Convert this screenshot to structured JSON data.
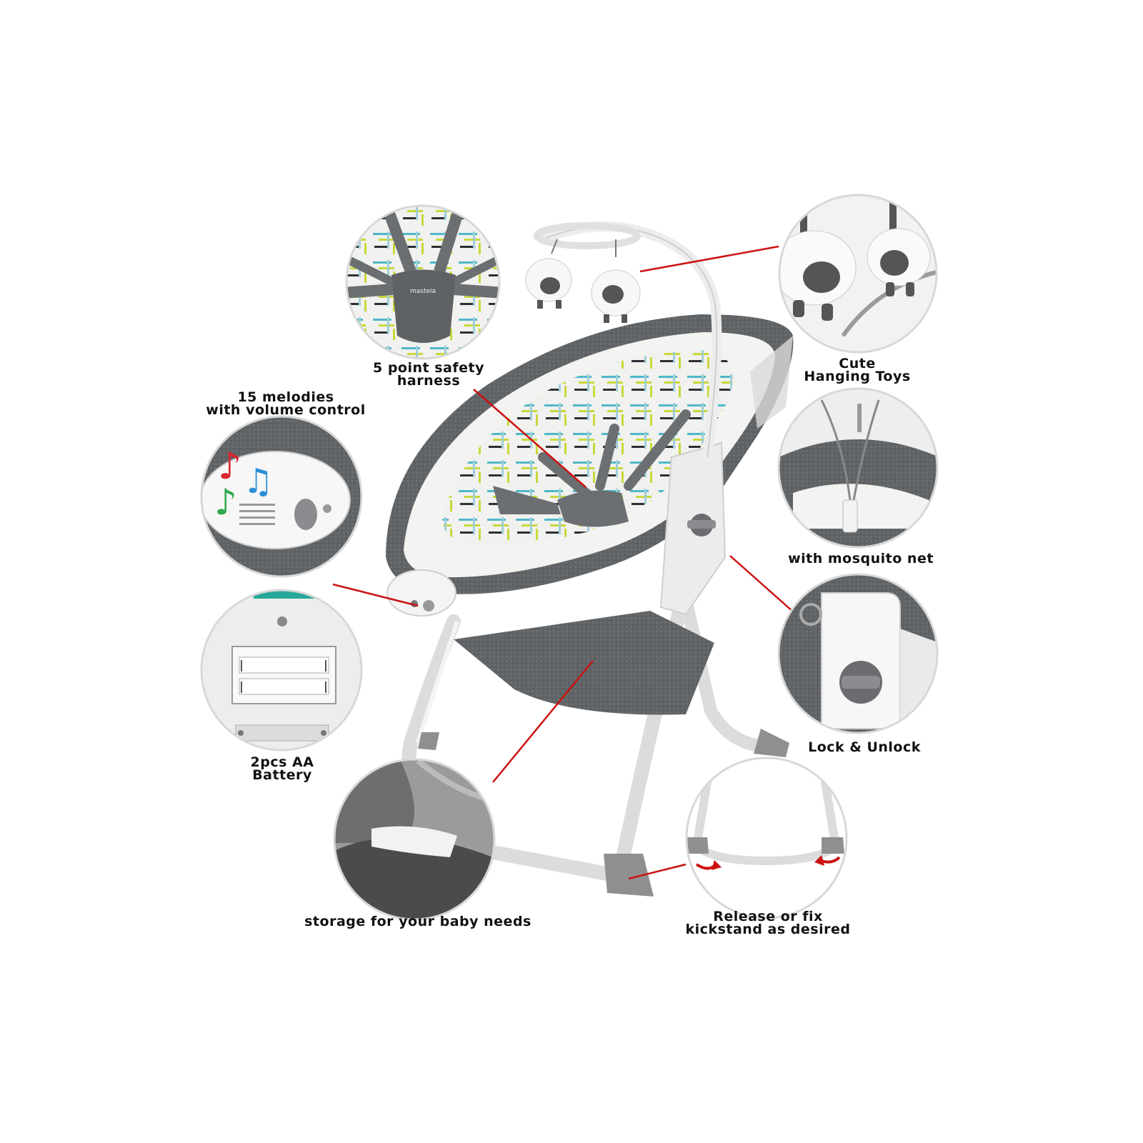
{
  "brand": "masteia",
  "colors": {
    "callout_line": "#cc1111",
    "fabric_dark": "#5f6265",
    "frame": "#e6e6e6",
    "accent_teal": "#4fb8c9",
    "accent_lime": "#c9d83a"
  },
  "callouts": {
    "harness": {
      "line1": "5 point safety",
      "line2": "harness"
    },
    "toys": {
      "line1": "Cute",
      "line2": "Hanging Toys"
    },
    "melodies": {
      "line1": "15 melodies",
      "line2": "with volume control"
    },
    "net": {
      "line1": "with mosquito net"
    },
    "lock": {
      "line1": "Lock & Unlock"
    },
    "battery": {
      "line1": "2pcs AA",
      "line2": "Battery"
    },
    "storage": {
      "line1": "storage for your baby needs"
    },
    "kickstand": {
      "line1": "Release or fix",
      "line2": "kickstand as desired"
    }
  },
  "icons": {
    "music": "music-notes-icon",
    "arrows": "rotate-arrow-icon"
  }
}
